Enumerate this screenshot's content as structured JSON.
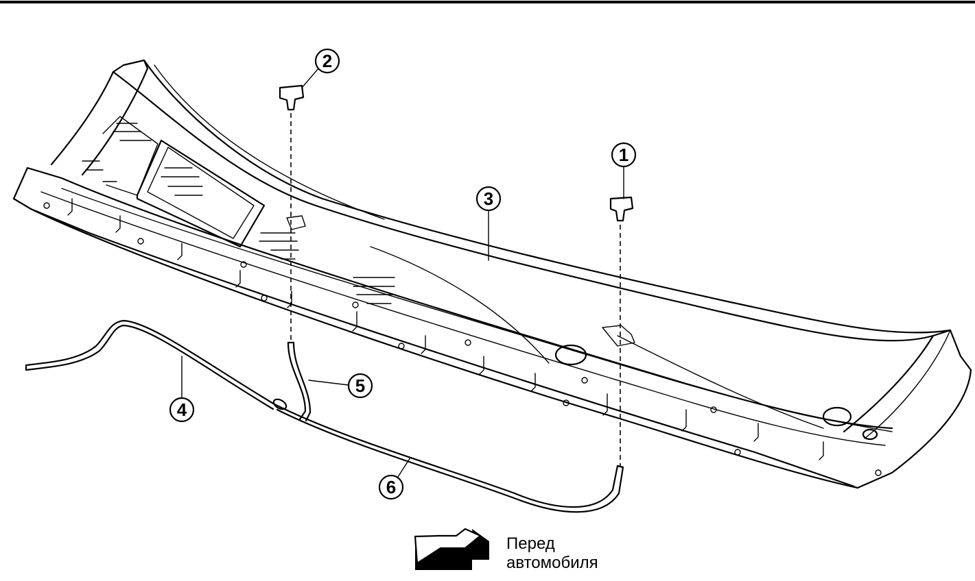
{
  "callouts": [
    "1",
    "2",
    "3",
    "4",
    "5",
    "6"
  ],
  "front_label": {
    "line1": "Перед",
    "line2": "автомобиля"
  },
  "colors": {
    "ink": "#000000",
    "paper": "#ffffff"
  }
}
